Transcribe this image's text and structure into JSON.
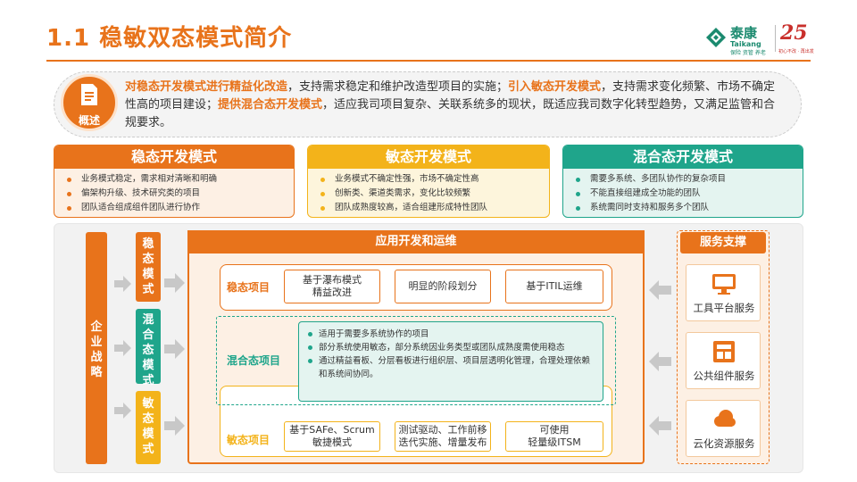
{
  "header": {
    "title": "1.1  稳敏双态模式简介",
    "logo": {
      "brand_cn": "泰康",
      "brand_en": "Taikang",
      "brand_tag": "保险 资管 养老",
      "anniversary": "25",
      "anniversary_tag": "初心不改 · 再出发"
    }
  },
  "overview": {
    "badge_label": "概述",
    "segments": [
      {
        "text": "对稳态开发模式进行精益化改造",
        "highlight": true
      },
      {
        "text": "，支持需求稳定和维护改造型项目的实施；",
        "highlight": false
      },
      {
        "text": "引入敏态开发模式",
        "highlight": true
      },
      {
        "text": "，支持需求变化频繁、市场不确定性高的项目建设；",
        "highlight": false
      },
      {
        "text": "提供混合态开发模式",
        "highlight": true
      },
      {
        "text": "，适应我司项目复杂、关联系统多的现状，既适应我司数字化转型趋势，又满足监管和合规要求。",
        "highlight": false
      }
    ]
  },
  "modes": [
    {
      "title": "稳态开发模式",
      "color": "#e8731b",
      "items": [
        "业务模式稳定，需求相对清晰和明确",
        "偏架构升级、技术研究类的项目",
        "团队适合组成组件团队进行协作"
      ]
    },
    {
      "title": "敏态开发模式",
      "color": "#f3b31a",
      "items": [
        "业务模式不确定性强，市场不确定性高",
        "创新类、渠道类需求，变化比较频繁",
        "团队成熟度较高，适合组建形成特性团队"
      ]
    },
    {
      "title": "混合态开发模式",
      "color": "#1fa58b",
      "items": [
        "需要多系统、多团队协作的复杂项目",
        "不能直接组建成全功能的团队",
        "系统需同时支持和服务多个团队"
      ]
    }
  ],
  "strategy": {
    "label": "企业战略"
  },
  "vertical_modes": [
    {
      "label": "稳态模式",
      "chars": [
        "稳",
        "态",
        "模",
        "式"
      ]
    },
    {
      "label": "混合态模式",
      "chars": [
        "混",
        "合",
        "态",
        "模",
        "式"
      ]
    },
    {
      "label": "敏态模式",
      "chars": [
        "敏",
        "态",
        "模",
        "式"
      ]
    }
  ],
  "app_ops": {
    "title": "应用开发和运维",
    "stable_label": "稳态项目",
    "stable_items": [
      "基于瀑布模式\n精益改进",
      "明显的阶段划分",
      "基于ITIL运维"
    ],
    "mixed_label": "混合态项目",
    "mixed_items": [
      "适用于需要多系统协作的项目",
      "部分系统使用敏态，部分系统因业务类型或团队成熟度需使用稳态",
      "通过精益看板、分层看板进行组织层、项目层透明化管理，合理处理依赖和系统间协同。"
    ],
    "agile_label": "敏态项目",
    "agile_items": [
      "基于SAFe、Scrum\n敏捷模式",
      "测试驱动、工作前移\n迭代实施、增量发布",
      "可使用\n轻量级ITSM"
    ]
  },
  "services": {
    "title": "服务支撑",
    "items": [
      {
        "label": "工具平台服务",
        "icon": "monitor-icon"
      },
      {
        "label": "公共组件服务",
        "icon": "component-icon"
      },
      {
        "label": "云化资源服务",
        "icon": "cloud-icon"
      }
    ]
  }
}
